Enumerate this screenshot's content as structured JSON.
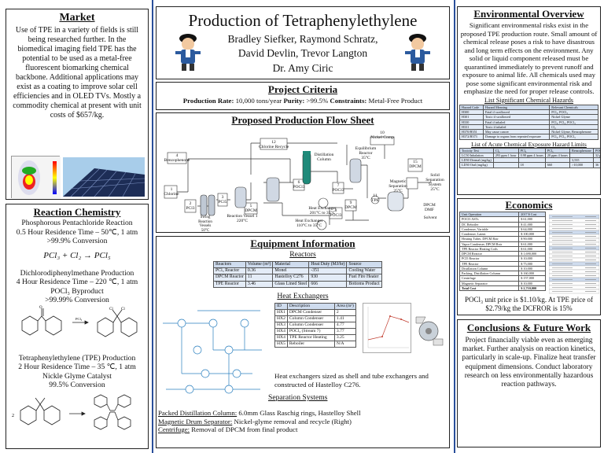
{
  "title": "Production of Tetraphenylethylene",
  "authors_line1": "Bradley Siefker, Raymond Schratz,",
  "authors_line2": "David Devlin, Trevor Langton",
  "advisor": "Dr. Amy Ciric",
  "market": {
    "heading": "Market",
    "body": "Use of TPE in a variety of fields is still being researched further. In the biomedical imaging field TPE has the potential to be used as a metal-free fluorescent biomarking chemical backbone.  Additional applications may exist as a coating to improve solar cell efficiencies and in OLED TVs. Mostly a commodity chemical at present with unit costs of $657/kg."
  },
  "reaction": {
    "heading": "Reaction Chemistry",
    "s1_title": "Phosphorous Pentachloride Reaction",
    "s1_cond": "0.5 Hour Residence Time – 50℃, 1 atm",
    "s1_conv": ">99.9% Conversion",
    "s1_eq": "PCl₃ + Cl₂ → PCl₅",
    "s2_title": "Dichlorodiphenylmethane Production",
    "s2_cond": "4 Hour Residence Time – 220 ℃, 1 atm",
    "s2_by": "POCl₃ Byproduct",
    "s2_conv": ">99.99% Conversion",
    "s2_reagent": "PCl₅",
    "s3_title": "Tetraphenylethylene (TPE)  Production",
    "s3_cond": "2 Hour Residence Time – 35 ℃, 1 atm",
    "s3_cat": "Nickle Glyme Catalyst",
    "s3_conv": "99.5% Conversion",
    "s3_coef": "2"
  },
  "criteria": {
    "heading": "Project Criteria",
    "rate_label": "Production Rate:",
    "rate_value": "10,000 tons/year",
    "purity_label": "Purity:",
    "purity_value": ">99.5%",
    "constraints_label": "Constraints:",
    "constraints_value": "Metal-Free Product"
  },
  "flowsheet": {
    "heading": "Proposed Production Flow Sheet",
    "labels": {
      "u1": "1\nChlorine",
      "u2": "2\nPCl3",
      "u3": "3\nPCl5",
      "u4": "4\nBenzophenone",
      "u5": "5\nDPCM",
      "u6": "6\nPOCl3",
      "u7": "7\nPOCl3",
      "u8": "8\nPOCl3",
      "u9": "9\nDPCM",
      "u10": "10\nNickel Comp",
      "u11": "11\nTPE",
      "u12": "12\nChlorine Recycle",
      "u15": "15\nDPCM",
      "swing": "Swing\nReaction\nVessels\n50°C",
      "reactor1": "Reaction Vessel 1\n220°C",
      "distill": "Distillation\nColumn",
      "equil": "Equilibrium\nReactor\n35°C",
      "hx1": "Heat Exchanger\n201°C to 35°C",
      "hx2": "Heat Exchanger\n110°C to 35°C",
      "sep": "Solid\nSeparation\nSystem\n25°C",
      "magsep": "Magnetic\nSeparation\n25°C",
      "dpcm_dmf": "DPCM\nDMF",
      "solvent": "Solvent"
    }
  },
  "equipment": {
    "heading": "Equipment Information",
    "reactors_heading": "Reactors",
    "reactors_cols": [
      "Reactors",
      "Volume (m³)",
      "Material",
      "Heat Duty (MJ/hr)",
      "Source"
    ],
    "reactors_rows": [
      [
        "PCl₅ Reactor",
        "0.36",
        "Monel",
        "-351",
        "Cooling Water"
      ],
      [
        "DPCM Reactor",
        "11",
        "Hastelloy C276",
        "930",
        "Fuel Fire Heater"
      ],
      [
        "TPE Reactor",
        "3.46",
        "Glass Lined Steel",
        "666",
        "Bottoms Product"
      ]
    ],
    "hx_heading": "Heat Exchangers",
    "hx_cols": [
      "ID",
      "Description",
      "Area (m²)"
    ],
    "hx_rows": [
      [
        "HX1",
        "DPCM Condenser",
        "2"
      ],
      [
        "HX2",
        "Column Condenser",
        "1.41"
      ],
      [
        "HX3",
        "Column Condenser",
        "4.77"
      ],
      [
        "HX4",
        "POCl₃ (Stream 7)",
        "3.77"
      ],
      [
        "HX4",
        "TPE Reactor Heating",
        "3.25"
      ],
      [
        "HX5",
        "Reboiler",
        "N/A"
      ]
    ],
    "hx_note": "Heat exchangers sized as shell and tube exchangers and constructed of Hastelloy C276.",
    "sep_heading": "Separation Systems",
    "sep1_label": "Packed Distillation Column:",
    "sep1_value": "6.0mm Glass Raschig rings, Hastelloy Shell",
    "sep2_label": "Magnetic Drum Separator:",
    "sep2_value": "Nickel-glyme removal and recycle (Right)",
    "sep3_label": "Centrifuge:",
    "sep3_value": "Removal of DPCM from final product"
  },
  "environment": {
    "heading": "Environmental Overview",
    "body": "Significant environmental risks exist in the proposed TPE production route. Small amount of chemical release poses a risk to have disastrous and long term effects on the environment. Any solid or liquid component released must be quarantined immediately to prevent runoff and exposure to animal life. All chemicals used may pose some significant environmental risk and emphasize the need for proper release controls.",
    "haz_title": "List Significant Chemical Hazards",
    "haz_cols": [
      "Hazard Code",
      "Hazard Meaning",
      "Relevant Chemicals"
    ],
    "haz_rows": [
      [
        "H300",
        "Fatal if swallowed",
        "PCl₃, POCl₃"
      ],
      [
        "H301",
        "Toxic if swallowed",
        "Nickel Glyme"
      ],
      [
        "H330",
        "Fatal if inhaled",
        "PCl₃, PCl₅, POCl₃"
      ],
      [
        "H331",
        "Toxic if inhaled",
        "Cl₂"
      ],
      [
        "H370/H351",
        "May cause cancer",
        "Nickel Glyme, Benzophenone"
      ],
      [
        "H372/H373",
        "Damage to organs from repeated exposure",
        "PCl₃, PCl₅, POCl₃"
      ]
    ],
    "acute_title": "List of Acute Chemical Exposure Hazard Limits",
    "acute_cols": [
      "Toxicity Test",
      "Cl₂",
      "PCl₃",
      "PCl₅",
      "Benzophenone",
      "POCl₃"
    ],
    "acute_rows": [
      [
        "LC50 Inhalation",
        "293 ppm 1 hour",
        "0.98 ppm 4 hours",
        "20 ppm 4 hours",
        "",
        "32 ppm 4 hours"
      ],
      [
        "LD50 Dermal (mg/kg)",
        "",
        "",
        "",
        "3,535",
        ""
      ],
      [
        "LD50 Oral (mg/kg)",
        "",
        "18",
        "660",
        ">10,000",
        "36"
      ]
    ]
  },
  "economics": {
    "heading": "Economics",
    "cost_cols": [
      "Unit Operation",
      "2017 $ Cost"
    ],
    "cost_rows": [
      [
        "POCl3 ASTs",
        "$  61,000"
      ],
      [
        "DC Reboiler",
        "$  41,000"
      ],
      [
        "Condenser, Variable",
        "$  64,000"
      ],
      [
        "Condenser, Latent",
        "$  100,000"
      ],
      [
        "Heating Tubes, DPCM Rxtr",
        "$  90,000"
      ],
      [
        "Vapor Condenser, DPCM Rxtr",
        "$  61,000"
      ],
      [
        "TPE Reactor Heating Coils",
        "$  61,000"
      ],
      [
        "DPCM Reactor",
        "$  1,690,000"
      ],
      [
        "PCl5 Reactor",
        "$  10,000"
      ],
      [
        "TPE Reactor",
        "$  75,000"
      ],
      [
        "Distillation Column",
        "$  10,000"
      ],
      [
        "Packing, Distillation Column",
        "$  160,000"
      ],
      [
        "Centrifuge",
        "$  157,000"
      ],
      [
        "Magnetic Separator",
        "$  10,000"
      ],
      [
        "Total Cost",
        "$  2,710,000"
      ]
    ],
    "side_rows": 20,
    "note": "POCl₃ unit price is $1.10/kg. At TPE price of $2.79/kg the DCFROR is 15%"
  },
  "conclusions": {
    "heading": "Conclusions & Future Work",
    "body": "Project financially viable even as emerging market. Further analysis on reaction kinetics, particularly in scale-up. Finalize heat transfer equipment dimensions. Conduct laboratory research on less environmentally hazardous reaction pathways."
  }
}
